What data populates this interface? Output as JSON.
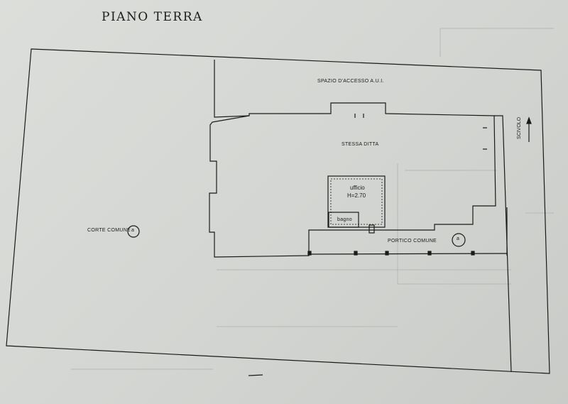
{
  "title": "PIANO TERRA",
  "labels": {
    "spazio_accesso": "SPAZIO D'ACCESSO A.U.I.",
    "stessa_ditta": "STESSA DITTA",
    "ufficio": "ufficio",
    "altezza": "H=2.70",
    "bagno": "bagno",
    "portico_comune": "PORTICO COMUNE",
    "corte_comune": "CORTE COMUNE",
    "scivolo": "SCIVOLO",
    "corte_symbol": "a",
    "portico_symbol": "a"
  },
  "colors": {
    "line": "#1a1a1a",
    "faint": "#b4b7b4",
    "paper": "#d8dad7"
  }
}
